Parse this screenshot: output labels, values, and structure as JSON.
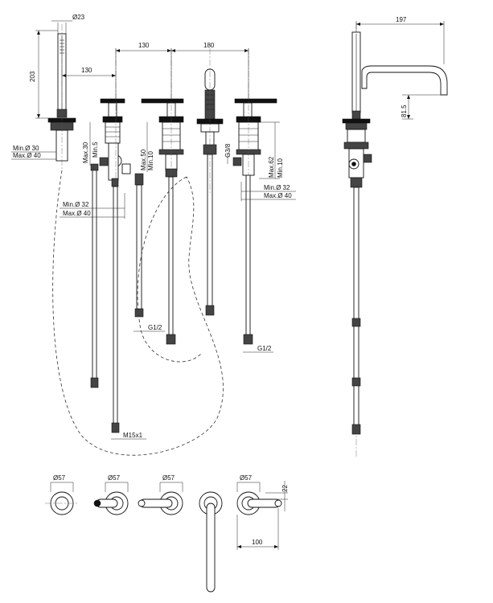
{
  "front_view": {
    "d_shower_head": "Ø23",
    "h_shower": "203",
    "w_shower_offset": "130",
    "spacing_left": "130",
    "spacing_right": "180",
    "deck_min_left": "Min.Ø 30",
    "deck_max_left": "Max.Ø 40",
    "thk_max_left": "Max.30",
    "thk_min_left": "Min.5",
    "thk_max_mid": "Max.50",
    "thk_min_mid": "Min.10",
    "deck_min_mid": "Min.Ø 32",
    "deck_max_mid": "Max.Ø 40",
    "thread_g38": "G3/8",
    "thk_max_right": "Max.62",
    "thk_min_right": "Min.10",
    "deck_min_right": "Min.Ø 32",
    "deck_max_right": "Max.Ø 40",
    "conn_g12_mid": "G1/2",
    "conn_g12_right": "G1/2",
    "conn_m15": "M15x1"
  },
  "side_view": {
    "reach": "197",
    "spout_height": "81.5"
  },
  "top_view": {
    "d1": "Ø57",
    "d2": "Ø57",
    "d3": "Ø57",
    "d4": "Ø57",
    "h_offset": "22",
    "w_spacing": "100"
  }
}
